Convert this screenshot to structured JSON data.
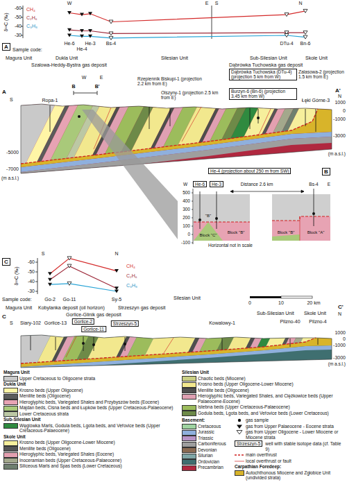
{
  "diagram": {
    "nodes": [
      {
        "text": [
          "A"
        ]
      },
      {
        "text": [
          "Dąbrówka Tuchowska (DTu-4) (projection 5 km from W)"
        ]
      },
      {
        "text": [
          "Burzyn-6 (Bn-6) (projection 3.45 km from W)"
        ]
      },
      {
        "text": [
          "He-4 (projection about 250 m from SW)"
        ]
      },
      {
        "text": [
          "B"
        ]
      },
      {
        "text": [
          "He-6"
        ]
      },
      {
        "text": [
          "He-3"
        ]
      },
      {
        "text": [
          "C"
        ]
      },
      {
        "text": [
          "Gorlice-2"
        ]
      },
      {
        "text": [
          "Gorlice-11"
        ]
      },
      {
        "text": [
          "Strzeszyn-5"
        ]
      },
      {
        "text": [
          "Strzeszyn-5"
        ]
      }
    ],
    "labels": [
      "W",
      "E",
      "S",
      "N",
      "δ¹³C (‰)",
      "-60",
      "-50",
      "-40",
      "-30",
      "CH₄",
      "C₂H₆",
      "C₃H₈",
      "He-6",
      "He-3",
      "Bs-4",
      "He-4",
      "DTu-4",
      "Bn-6",
      "Sample code:",
      "Magura Unit",
      "Dukla Unit",
      "Silesian Unit",
      "Sub-Silesian Unit",
      "Skole Unit",
      "Szalowa-Heddy-Bystra gas deposit",
      "Dąbrówka Tuchowska gas deposit",
      "Zalasowa-2 (projection 1.5 km from E)",
      "Rzepiennik Biskupi-1 (projection 2.2 km from E)",
      "Olszyny-1 (projection 2.5 km from E)",
      "Ropa-1",
      "Łęki Górne-3",
      "A",
      "A'",
      "S",
      "N",
      "W",
      "E",
      "B",
      "B'",
      "1000",
      "0",
      "-1000",
      "-3000",
      "(m a.s.l.)",
      "-5000",
      "-7000",
      "(m a.s.l.)",
      "W",
      "Distance 2.6 km",
      "Bs-4",
      "E",
      "500",
      "400",
      "300",
      "200",
      "100",
      "0",
      "-100",
      "\"B\"",
      "Block \"C\"",
      "Block \"B\"",
      "Block \"B\"",
      "Block \"A\"",
      "Horizontal not in scale",
      "S",
      "N",
      "δ¹³C (‰)",
      "-60",
      "-50",
      "-40",
      "-30",
      "CH₄",
      "C₂H₆",
      "C₃H₈",
      "Sample code:",
      "Go-2",
      "Go-11",
      "Sy-5",
      "Silesian Unit",
      "Magura Unit",
      "Kobylanka deposit (oil horizon)",
      "Strzeszyn gas deposit",
      "Gorlice-Glinik gas deposit",
      "C",
      "S",
      "Siary-102",
      "Gorlice-13",
      "Kowalowy-1",
      "Sub-Silesian Unit",
      "Skole Unit",
      "C'",
      "N",
      "Pilzno-40",
      "Pilzno-4",
      "1000",
      "0",
      "-1000",
      "-3000",
      "(m a.s.l.)",
      "0",
      "10",
      "20 km",
      "Magura Unit",
      "Dukla Unit",
      "Sub-Silesian Unit",
      "Skole Unit",
      "Silesian Unit",
      "Basement:",
      "Carpathian Foredeep:"
    ],
    "legend": [
      {
        "text": "Upper Cretaceous to Oligocene strata",
        "color": "#c9c9c9"
      },
      {
        "text": "Krosno beds (Upper Oligocene)",
        "color": "#fff5a6"
      },
      {
        "text": "Menilite beds (Oligocene)",
        "color": "#5b5b5b"
      },
      {
        "text": "Hieroglyphic beds, Variegated Shales and Przybyszów beds (Eocene)",
        "color": "#e7a3b3"
      },
      {
        "text": "Majdan beds, Cisna beds and Łupków beds (Upper Cretaceous-Palaeocene)",
        "color": "#a9c97a"
      },
      {
        "text": "Lower Cretaceous strata",
        "color": "#bcc8a4"
      },
      {
        "text": "Węglówka Marls, Godula beds, Lgota beds, and Veřovice beds (Upper Cretaceous-Palaeocene)",
        "color": "#2f8a3f"
      },
      {
        "text": "Krosno beds (Upper Oligocene-Lower Miocene)",
        "color": "#f6ef9c"
      },
      {
        "text": "Menilite beds (Oligocene)",
        "color": "#555555"
      },
      {
        "text": "Hieroglyphic beds, Variegated Shales (Eocene)",
        "color": "#e4a0b0"
      },
      {
        "text": "Inoceramian beds (Upper Cretaceous-Palaeocene)",
        "color": "#a3a88c"
      },
      {
        "text": "Siliceous Marls and Spas beds (Lower Cretaceous)",
        "color": "#6f7f6f"
      },
      {
        "text": "Chaotic beds (Miocene)",
        "color": "#c9cf84"
      },
      {
        "text": "Krosno beds (Upper Oligocene-Lower Miocene)",
        "color": "#f2e88e"
      },
      {
        "text": "Menilite beds (Oligocene)",
        "color": "#4e4e4e"
      },
      {
        "text": "Hieroglyphic beds, Variegated Shales, and Ciężkowice beds (Upper Palaeocene-Eocene)",
        "color": "#dfa0b2"
      },
      {
        "text": "Istebna beds (Upper Cretaceous-Palaeocene)",
        "color": "#9cbc5c"
      },
      {
        "text": "Godula beds, Lgota beds, and Veřovice beds (Lower Cretaceous)",
        "color": "#6e8a48"
      },
      {
        "text": "Cretaceous",
        "color": "#9fd3a0"
      },
      {
        "text": "Jurassic",
        "color": "#8fb0dd"
      },
      {
        "text": "Triassic",
        "color": "#b793c6"
      },
      {
        "text": "Carboniferous",
        "color": "#9e9e9e"
      },
      {
        "text": "Devonian",
        "color": "#8a6a52"
      },
      {
        "text": "Silurian",
        "color": "#7fa6a6"
      },
      {
        "text": "Ordovician",
        "color": "#3f6f70"
      },
      {
        "text": "Precambrian",
        "color": "#b0283f"
      },
      {
        "text": "gas sample"
      },
      {
        "text": "gas from Upper Palaeocene - Eocene strata"
      },
      {
        "text": "gas from Upper Oligocene - Lower Miocene or Miocene strata"
      },
      {
        "text": "well with stable isotope data (cf. Table 9)"
      },
      {
        "text": "main overthrust"
      },
      {
        "text": "local overthrust or fault"
      },
      {
        "text": "Autochthonous Miocene and Zgłobice Unit (undivided strata)",
        "color": "#d8b42a"
      }
    ]
  }
}
